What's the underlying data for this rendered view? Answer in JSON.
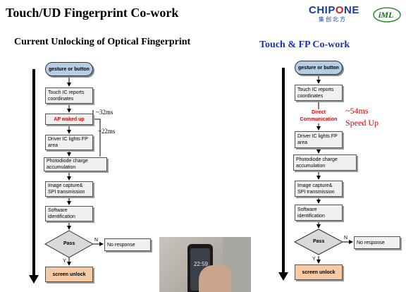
{
  "title": "Touch/UD Fingerprint Co-work",
  "logos": {
    "chipone": "CHIP",
    "chipone_o": "O",
    "chipone_end": "NE",
    "chipone_cn": "集创北方",
    "iml": "iML"
  },
  "left": {
    "subtitle": "Current Unlocking of Optical Fingerprint",
    "start": "gesture or button",
    "step1": "Touch IC reports coordinates",
    "step2": "AP waked up",
    "step3": "Driver IC lights FP area",
    "step4": "Photodiode charge accumulation",
    "step5": "Image capture& SPI transmission",
    "step6": "Software identification",
    "decision": "Pass",
    "no_label": "N",
    "yes_label": "Y",
    "no_result": "No response",
    "end": "screen unlock",
    "t1": "~32ms",
    "t2": "~22ms"
  },
  "right": {
    "subtitle": "Touch & FP Co-work",
    "start": "gesture or button",
    "step1": "Touch IC reports coordinates",
    "direct": "Direct Communication",
    "step3": "Driver IC lights FP area",
    "step4": "Photodiode charge accumulation",
    "step5": "Image capture& SPI transmission",
    "step6": "Software identification",
    "decision": "Pass",
    "no_label": "N",
    "yes_label": "Y",
    "no_result": "No response",
    "end": "screen unlock",
    "time": "~54ms",
    "speed": "Speed Up"
  },
  "photo": {
    "clock": "22:59"
  }
}
